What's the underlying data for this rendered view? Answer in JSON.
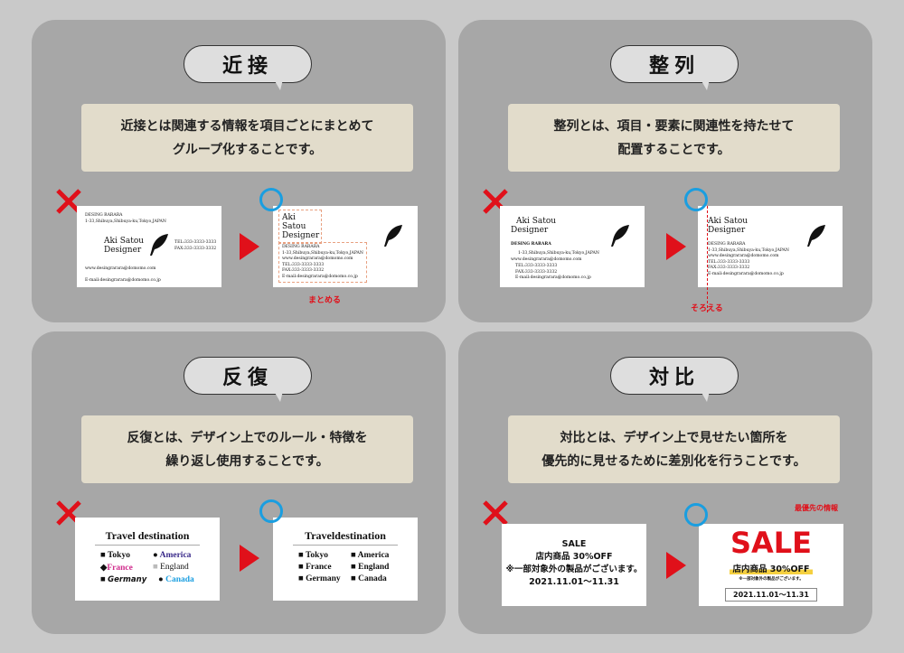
{
  "panels": [
    {
      "title": "近接",
      "desc": [
        "近接とは関連する情報を項目ごとにまとめて",
        "グループ化することです。"
      ],
      "note": "まとめる"
    },
    {
      "title": "整列",
      "desc": [
        "整列とは、項目・要素に関連性を持たせて",
        "配置することです。"
      ],
      "note": "そろえる"
    },
    {
      "title": "反復",
      "desc": [
        "反復とは、デザイン上でのルール・特徴を",
        "繰り返し使用することです。"
      ]
    },
    {
      "title": "対比",
      "desc": [
        "対比とは、デザイン上で見せたい箇所を",
        "優先的に見せるために差別化を行うことです。"
      ],
      "note": "最優先の情報"
    }
  ],
  "card": {
    "name": "Aki Satou",
    "role": "Designer",
    "company": "DESING RARARA",
    "address": "1-33,Shibuya,Shibuya-ku,Tokyo,JAPAN",
    "web": "www.desingrarara@domomo.com",
    "tel": "TEL:333-3333-3333",
    "fax": "FAX:333-3333-3332",
    "email": "E-mail:desingrarara@domomo.co.jp"
  },
  "travel": {
    "title_bad": "Travel destination",
    "title_good": "Traveldestination",
    "items": [
      "Tokyo",
      "America",
      "France",
      "England",
      "Germany",
      "Canada"
    ]
  },
  "sale": {
    "title": "SALE",
    "offer": "店内商品 30%OFF",
    "exclusion": "※一部対象外の製品がございます。",
    "dates": "2021.11.01～11.31"
  },
  "colors": {
    "accent": "#e0101a",
    "ok": "#1a9ee0",
    "america": "#3a2a8a",
    "france": "#d02c8c",
    "canada": "#1a9ee0"
  }
}
